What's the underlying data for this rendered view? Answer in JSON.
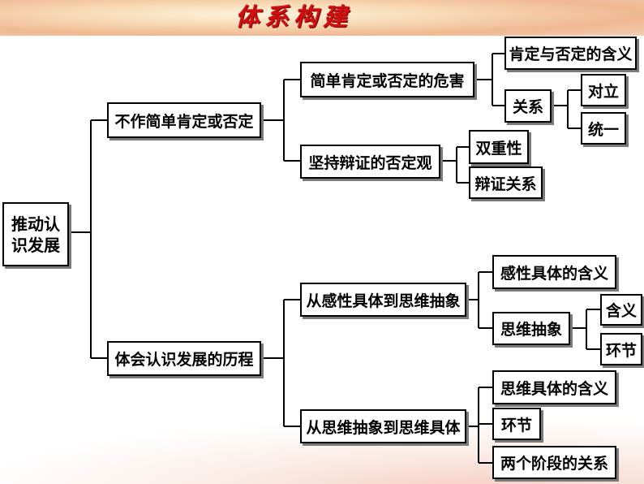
{
  "header": {
    "title": "体系构建"
  },
  "root": {
    "line1": "推动认",
    "line2": "识发展"
  },
  "branch1": {
    "label": "不作简单肯定或否定",
    "child1": {
      "label": "简单肯定或否定的危害",
      "leaf1": "肯定与否定的含义",
      "relation": {
        "label": "关系",
        "leaf1": "对立",
        "leaf2": "统一"
      }
    },
    "child2": {
      "label": "坚持辩证的否定观",
      "leaf1": "双重性",
      "leaf2": "辩证关系"
    }
  },
  "branch2": {
    "label": "体会认识发展的历程",
    "child1": {
      "label": "从感性具体到思维抽象",
      "leaf1": "感性具体的含义",
      "abstract": {
        "label": "思维抽象",
        "leaf1": "含义",
        "leaf2": "环节"
      }
    },
    "child2": {
      "label": "从思维抽象到思维具体",
      "leaf1": "思维具体的含义",
      "leaf2": "环节",
      "leaf3": "两个阶段的关系"
    }
  }
}
